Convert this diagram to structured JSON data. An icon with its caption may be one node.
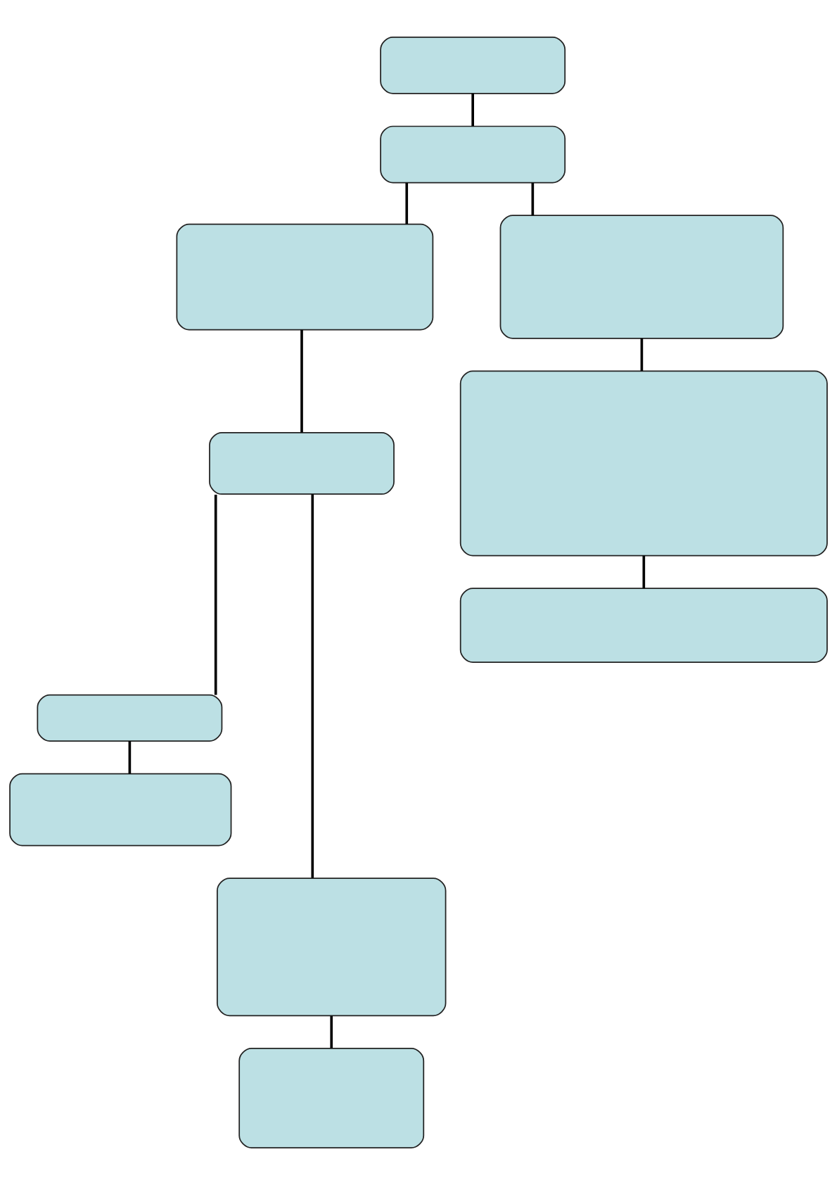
{
  "diagram": {
    "nodes": [
      {
        "text": [],
        "shape": "box"
      },
      {
        "text": [],
        "shape": "box"
      },
      {
        "text": [],
        "shape": "box"
      },
      {
        "text": [],
        "shape": "box"
      },
      {
        "text": [],
        "shape": "box"
      },
      {
        "text": [],
        "shape": "box"
      },
      {
        "text": [],
        "shape": "box"
      },
      {
        "text": [],
        "shape": "box"
      },
      {
        "text": [],
        "shape": "box"
      },
      {
        "text": [],
        "shape": "box"
      },
      {
        "text": [],
        "shape": "box"
      }
    ],
    "edges": [
      {
        "from": 0,
        "to": 1,
        "arrow": "none"
      },
      {
        "from": 1,
        "to": 2,
        "arrow": "none"
      },
      {
        "from": 1,
        "to": 3,
        "arrow": "none"
      },
      {
        "from": 2,
        "to": 4,
        "arrow": "none"
      },
      {
        "from": 3,
        "to": 5,
        "arrow": "none"
      },
      {
        "from": 5,
        "to": 6,
        "arrow": "none"
      },
      {
        "from": 4,
        "to": 7,
        "arrow": "none"
      },
      {
        "from": 7,
        "to": 8,
        "arrow": "none"
      },
      {
        "from": 4,
        "to": 9,
        "arrow": "none"
      },
      {
        "from": 9,
        "to": 10,
        "arrow": "none"
      }
    ]
  }
}
